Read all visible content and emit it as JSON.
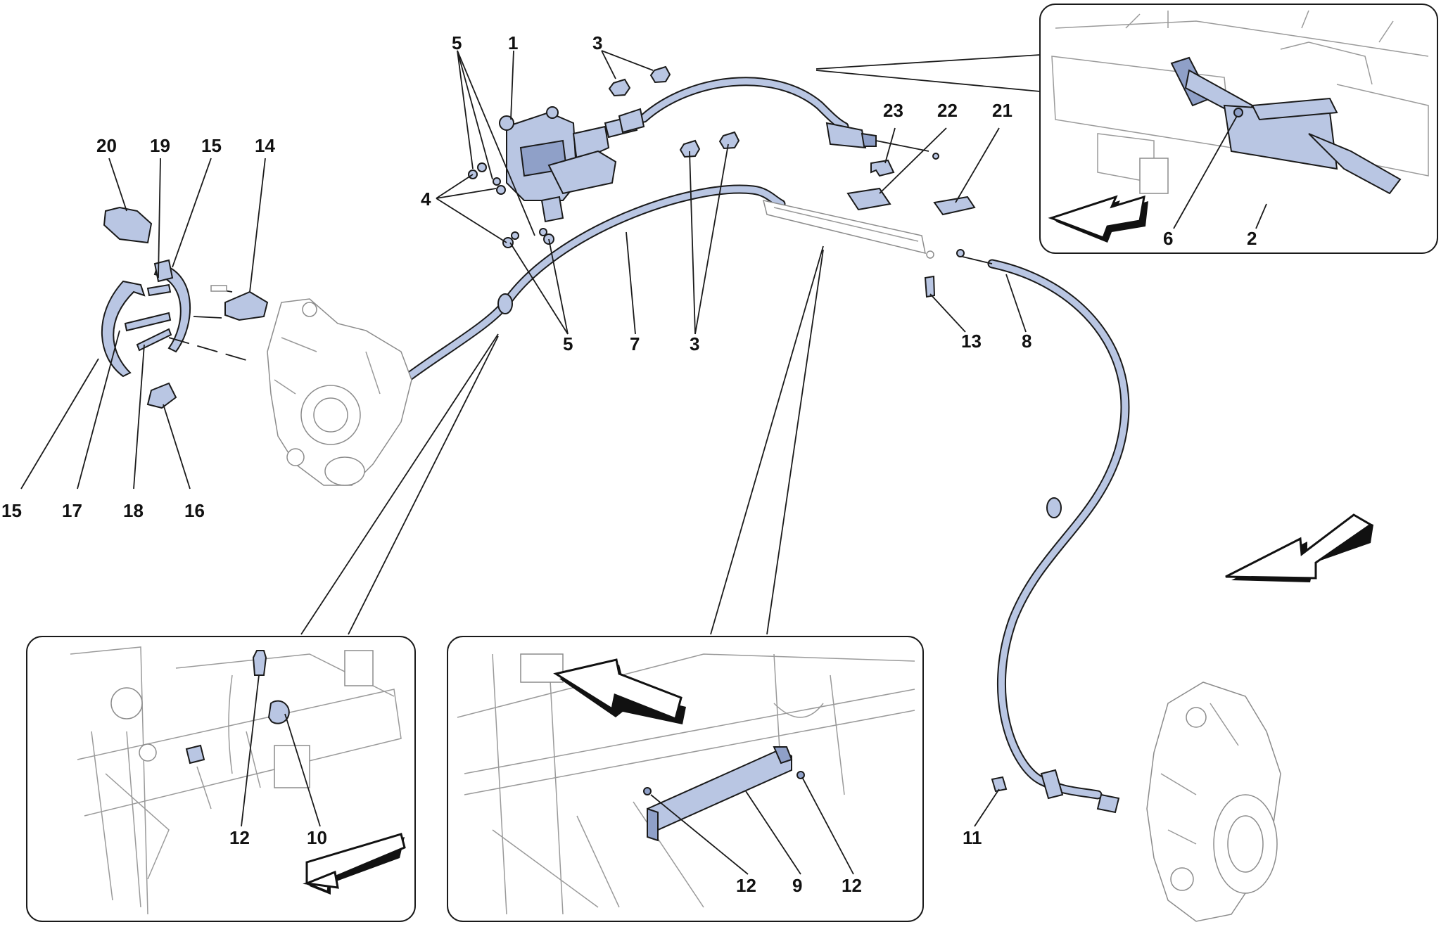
{
  "labels": {
    "l1": "1",
    "l2": "2",
    "l3a": "3",
    "l3b": "3",
    "l4": "4",
    "l5a": "5",
    "l5b": "5",
    "l6": "6",
    "l7": "7",
    "l8": "8",
    "l9": "9",
    "l10": "10",
    "l11": "11",
    "l12a": "12",
    "l12b": "12",
    "l12c": "12",
    "l13": "13",
    "l14": "14",
    "l15a": "15",
    "l15b": "15",
    "l16": "16",
    "l17": "17",
    "l18": "18",
    "l19": "19",
    "l20": "20",
    "l21": "21",
    "l22": "22",
    "l23": "23"
  },
  "colors": {
    "part_fill": "#b9c6e3",
    "line": "#1a1a1a",
    "sketch": "#9a9a9a"
  }
}
